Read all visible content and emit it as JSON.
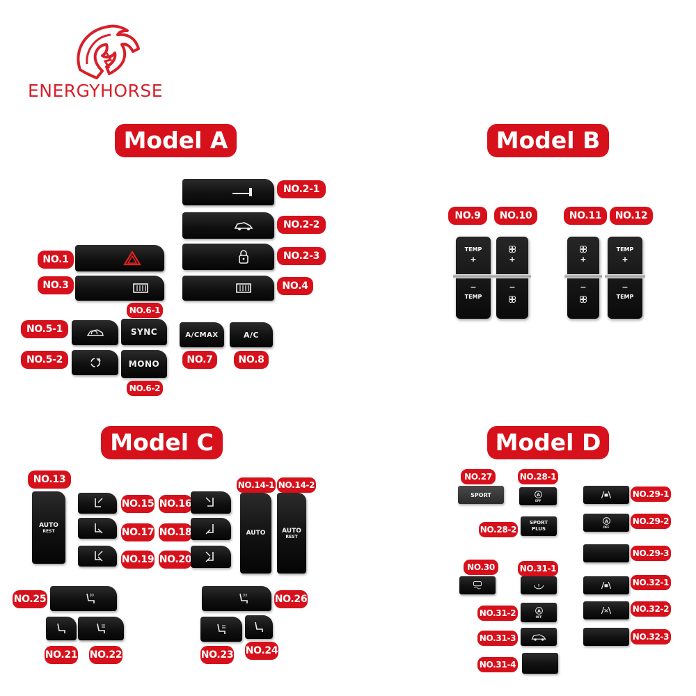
{
  "brand": {
    "name": "ENERGYHORSE",
    "logo_icon": "horse-head-logo",
    "accent": "#d6111b"
  },
  "models": {
    "a": {
      "title": "Model A"
    },
    "b": {
      "title": "Model B"
    },
    "c": {
      "title": "Model C"
    },
    "d": {
      "title": "Model D"
    }
  },
  "button_text": {
    "sync": "SYNC",
    "mono": "MONO",
    "acmax": "A/CMAX",
    "ac": "A/C",
    "temp": "TEMP",
    "plus": "+",
    "minus": "−",
    "auto": "AUTO",
    "rest": "REST",
    "sport": "SPORT",
    "sport_plus_1": "SPORT",
    "sport_plus_2": "PLUS",
    "off": "OFF"
  },
  "labels": {
    "no1": "NO.1",
    "no2_1": "NO.2-1",
    "no2_2": "NO.2-2",
    "no2_3": "NO.2-3",
    "no3": "NO.3",
    "no4": "NO.4",
    "no5_1": "NO.5-1",
    "no5_2": "NO.5-2",
    "no6_1": "NO.6-1",
    "no6_2": "NO.6-2",
    "no7": "NO.7",
    "no8": "NO.8",
    "no9": "NO.9",
    "no10": "NO.10",
    "no11": "NO.11",
    "no12": "NO.12",
    "no13": "NO.13",
    "no14_1": "NO.14-1",
    "no14_2": "NO.14-2",
    "no15": "NO.15",
    "no16": "NO.16",
    "no17": "NO.17",
    "no18": "NO.18",
    "no19": "NO.19",
    "no20": "NO.20",
    "no21": "NO.21",
    "no22": "NO.22",
    "no23": "NO.23",
    "no24": "NO.24",
    "no25": "NO.25",
    "no26": "NO.26",
    "no27": "NO.27",
    "no28_1": "NO.28-1",
    "no28_2": "NO.28-2",
    "no29_1": "NO.29-1",
    "no29_2": "NO.29-2",
    "no29_3": "NO.29-3",
    "no30": "NO.30",
    "no31_1": "NO.31-1",
    "no31_2": "NO.31-2",
    "no31_3": "NO.31-3",
    "no31_4": "NO.31-4",
    "no32_1": "NO.32-1",
    "no32_2": "NO.32-2",
    "no32_3": "NO.32-3"
  }
}
